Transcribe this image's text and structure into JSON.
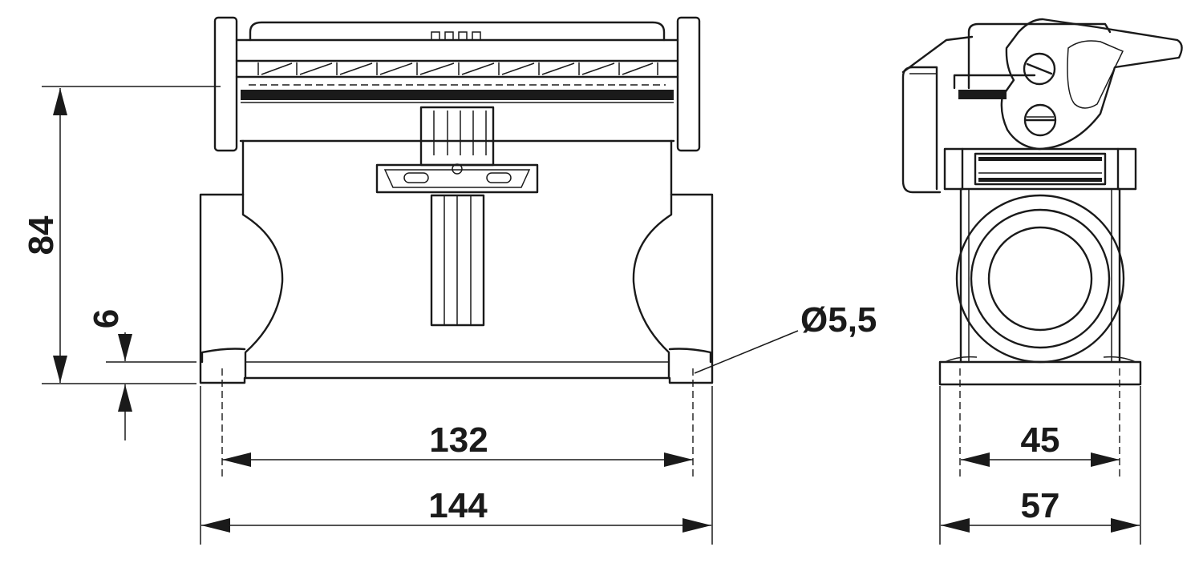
{
  "dimensions": {
    "height_total": "84",
    "height_flange": "6",
    "hole_diameter": "Ø5,5",
    "width_hole_spacing": "132",
    "width_total": "144",
    "depth_hole_spacing": "45",
    "depth_total": "57"
  }
}
